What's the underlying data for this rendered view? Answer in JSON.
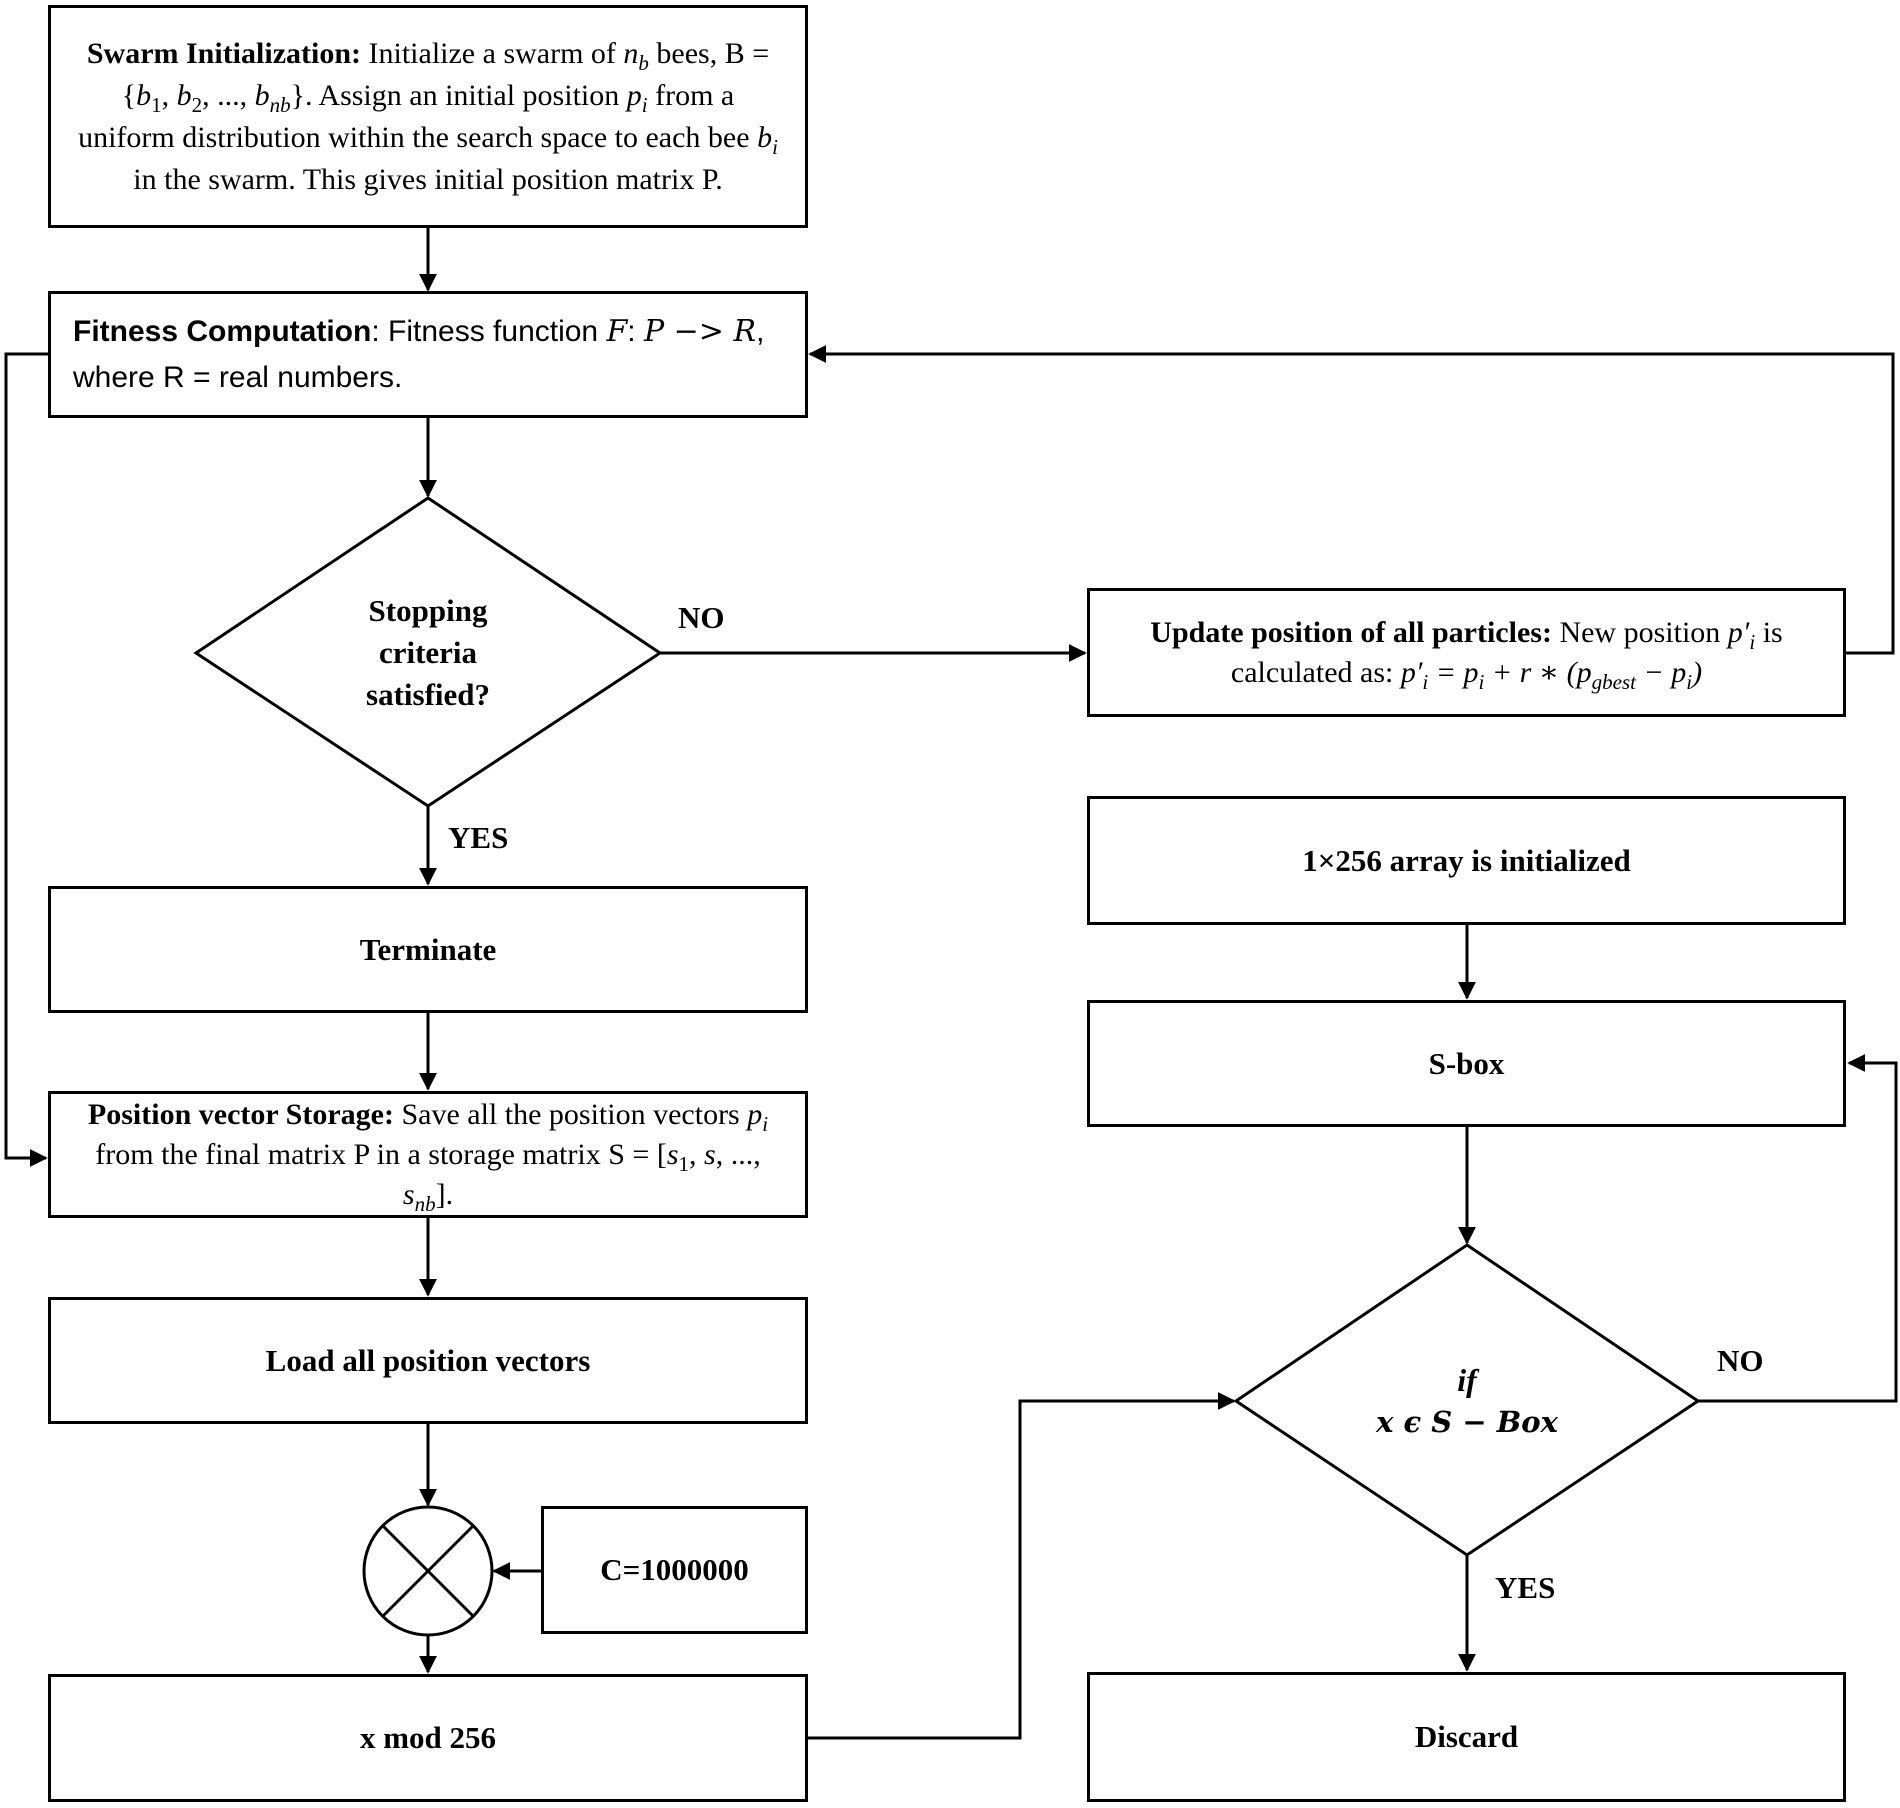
{
  "swarm_init": {
    "title": "Swarm Initialization:",
    "t1": " Initialize a swarm of ",
    "nb": "n",
    "nb_sub": "b",
    "t2": " bees, B = {",
    "b": "b",
    "s1": "1",
    "c1": ", ",
    "s2": "2",
    "c2": ", ..., ",
    "snb": "nb",
    "t3": "}. Assign an initial position ",
    "p": "p",
    "i": "i",
    "t4": " from a uniform distribution within the search space to each bee ",
    "t5": " in the swarm. This gives initial position matrix P."
  },
  "fitness": {
    "title": "Fitness Computation",
    "t1": ": Fitness function ",
    "f": "F",
    "t2": ": ",
    "expr": "P −> R",
    "t3": ", where R = real numbers."
  },
  "stopping": {
    "text": "Stopping criteria satisfied?"
  },
  "labels": {
    "no1": "NO",
    "yes1": "YES",
    "no2": "NO",
    "yes2": "YES"
  },
  "update": {
    "title": "Update position of all particles:",
    "t1": " New position ",
    "pprime": "p′",
    "i": "i",
    "t2": " is calculated as: ",
    "eq1": " = p",
    "eq2": " + r ∗ (p",
    "gbest": "gbest",
    "eq3": " − p",
    "eq4": ")"
  },
  "terminate": {
    "text": "Terminate"
  },
  "storage": {
    "title": "Position vector Storage:",
    "t1": " Save all the position vectors ",
    "p": "p",
    "i": "i",
    "t2": " from the final matrix P in a storage matrix S = [",
    "s": "s",
    "one": "1",
    "t3": ", ",
    "t4": ", ..., ",
    "nb": "nb",
    "t5": "]."
  },
  "load": {
    "text": "Load all position vectors"
  },
  "constant": {
    "text": "C=1000000"
  },
  "mod": {
    "text": "x mod 256"
  },
  "array_init": {
    "text": "1×256 array is initialized"
  },
  "sbox": {
    "text": "S-box"
  },
  "if_sbox": {
    "line1": "if",
    "line2": "x ϵ S − Box"
  },
  "discard": {
    "text": "Discard"
  }
}
